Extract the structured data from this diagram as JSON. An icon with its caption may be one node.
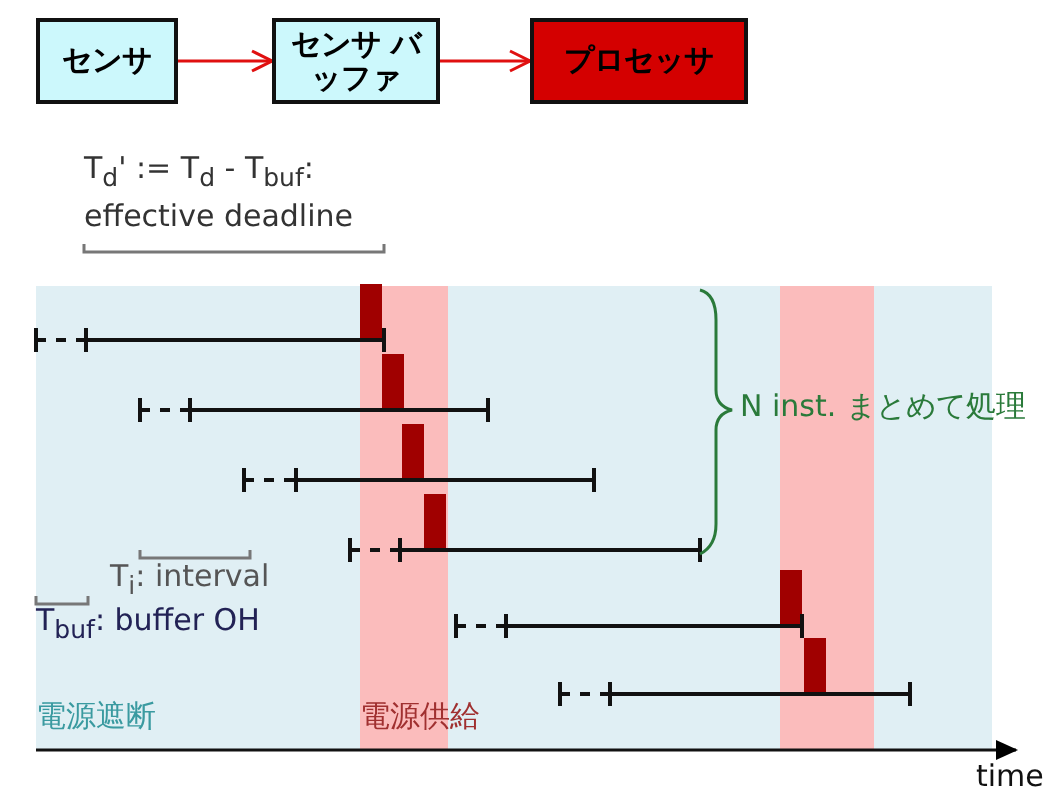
{
  "diagram": {
    "nodes": [
      {
        "text": [
          "センサ"
        ]
      },
      {
        "text": [
          "センサ バッファ"
        ]
      },
      {
        "text": [
          "プロセッサ"
        ]
      }
    ],
    "edges": [
      {
        "from": 0,
        "to": 1,
        "arrow": "to"
      },
      {
        "from": 1,
        "to": 2,
        "arrow": "to"
      }
    ],
    "labels": [
      "T$_{d}$' := T$_{d}$ - T$_{buf}$:",
      "effective deadline",
      "N inst. まとめて処理",
      "T$_{i}$: interval",
      "T$_{buf}$: buffer OH",
      "電源遮断",
      "電源供給",
      "time"
    ]
  }
}
